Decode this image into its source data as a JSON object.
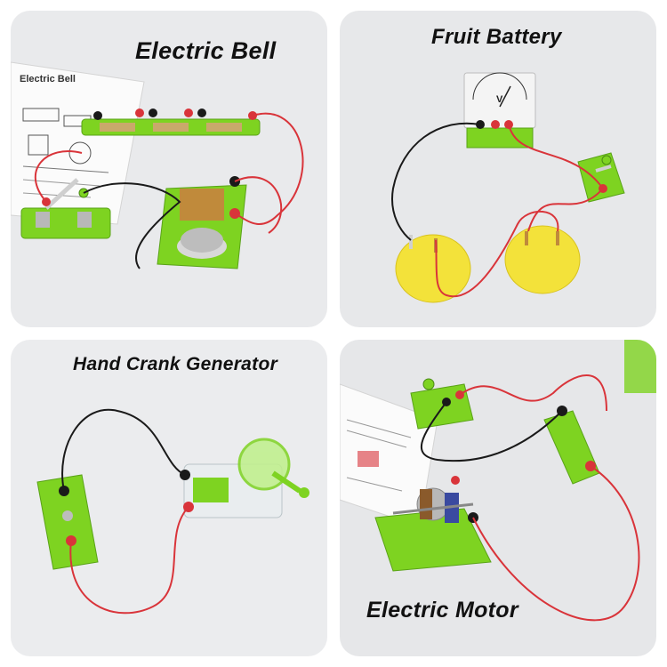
{
  "panels": [
    {
      "caption": "Electric Bell",
      "document_heading": "Electric Bell"
    },
    {
      "caption": "Fruit Battery",
      "meter_mark": "V"
    },
    {
      "caption": "Hand Crank Generator"
    },
    {
      "caption": "Electric Motor"
    }
  ],
  "colors": {
    "board_green": "#7ed321",
    "wire_red": "#d9343a",
    "wire_black": "#1a1a1a",
    "lemon_yellow": "#f3e23a"
  }
}
